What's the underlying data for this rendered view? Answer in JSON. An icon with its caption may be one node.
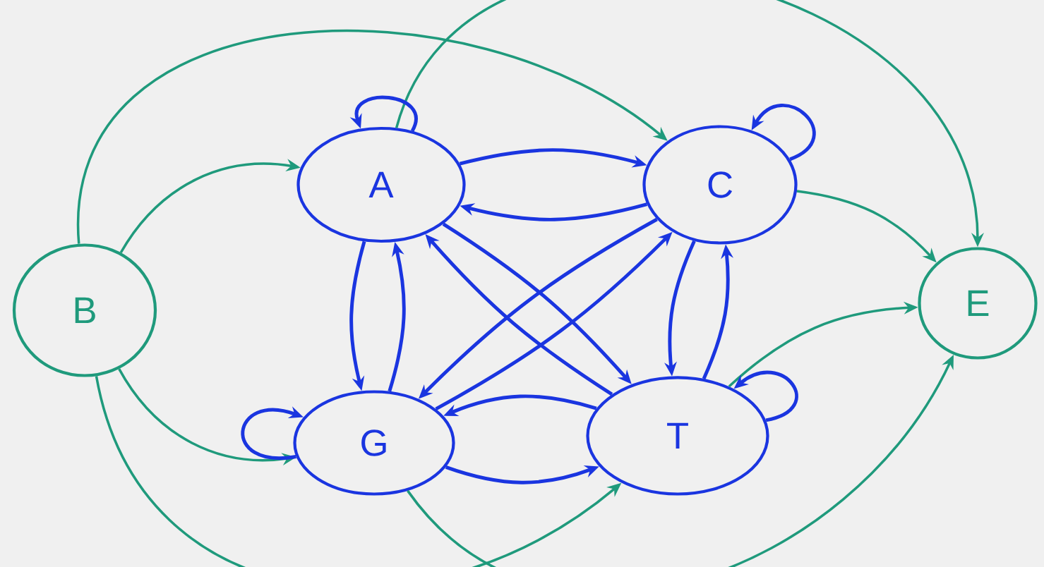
{
  "diagram": {
    "nodes": [
      {
        "text": [
          "B"
        ]
      },
      {
        "text": [
          "A"
        ]
      },
      {
        "text": [
          "C"
        ]
      },
      {
        "text": [
          "G"
        ]
      },
      {
        "text": [
          "T"
        ]
      },
      {
        "text": [
          "E"
        ]
      }
    ],
    "edges": [
      {
        "from": 0,
        "to": 1,
        "arrow": "to",
        "color": "#1f9a7c"
      },
      {
        "from": 0,
        "to": 2,
        "arrow": "to",
        "color": "#1f9a7c"
      },
      {
        "from": 1,
        "to": 5,
        "arrow": "to",
        "color": "#1f9a7c"
      },
      {
        "from": 2,
        "to": 5,
        "arrow": "to",
        "color": "#1f9a7c"
      },
      {
        "from": 0,
        "to": 3,
        "arrow": "to",
        "color": "#1f9a7c"
      },
      {
        "from": 0,
        "to": 4,
        "arrow": "to",
        "color": "#1f9a7c"
      },
      {
        "from": 3,
        "to": 5,
        "arrow": "to",
        "color": "#1f9a7c"
      },
      {
        "from": 4,
        "to": 5,
        "arrow": "to",
        "color": "#1f9a7c"
      },
      {
        "from": 1,
        "to": 1,
        "arrow": "to"
      },
      {
        "from": 1,
        "to": 2,
        "arrow": "to"
      },
      {
        "from": 2,
        "to": 1,
        "arrow": "to"
      },
      {
        "from": 2,
        "to": 2,
        "arrow": "to"
      },
      {
        "from": 1,
        "to": 3,
        "arrow": "to"
      },
      {
        "from": 3,
        "to": 1,
        "arrow": "to"
      },
      {
        "from": 1,
        "to": 4,
        "arrow": "to"
      },
      {
        "from": 4,
        "to": 1,
        "arrow": "to"
      },
      {
        "from": 2,
        "to": 3,
        "arrow": "to"
      },
      {
        "from": 3,
        "to": 2,
        "arrow": "to"
      },
      {
        "from": 2,
        "to": 4,
        "arrow": "to"
      },
      {
        "from": 4,
        "to": 2,
        "arrow": "to"
      },
      {
        "from": 4,
        "to": 4,
        "arrow": "to"
      },
      {
        "from": 3,
        "to": 3,
        "arrow": "to"
      },
      {
        "from": 4,
        "to": 3,
        "arrow": "to"
      },
      {
        "from": 3,
        "to": 4,
        "arrow": "to"
      }
    ]
  }
}
